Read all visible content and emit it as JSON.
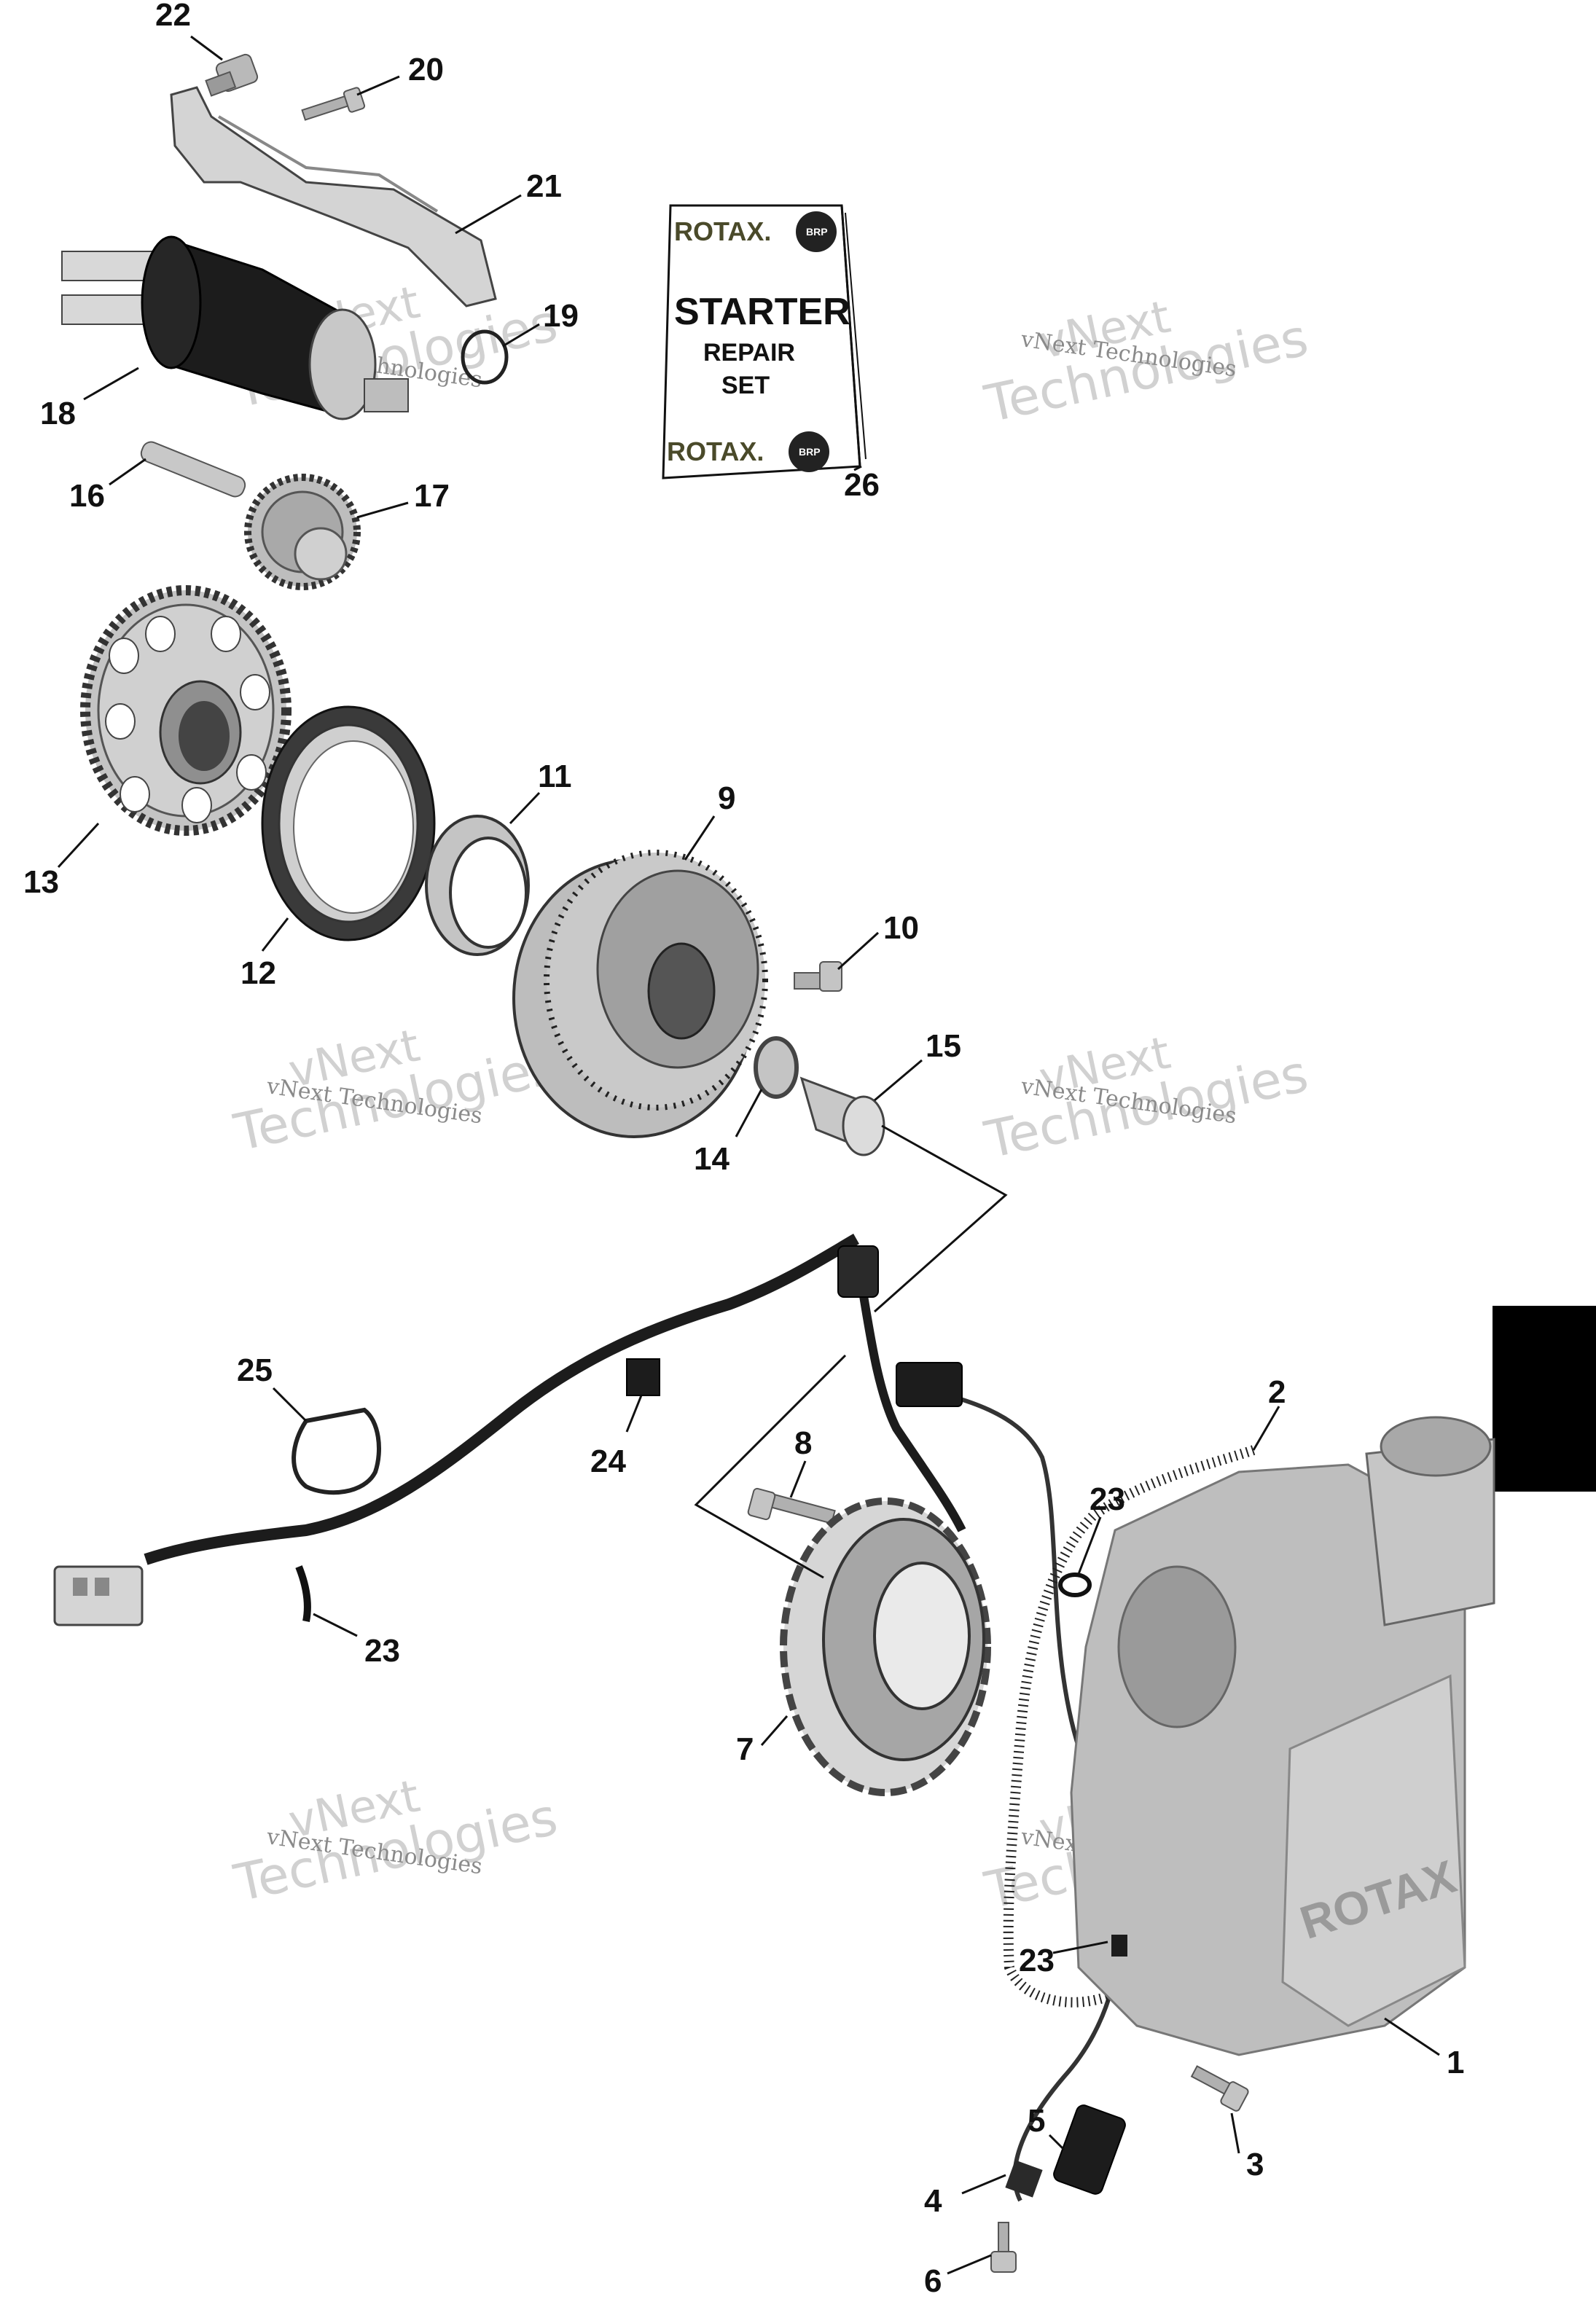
{
  "callouts": [
    {
      "id": "1",
      "text": "1"
    },
    {
      "id": "2",
      "text": "2"
    },
    {
      "id": "3",
      "text": "3"
    },
    {
      "id": "4",
      "text": "4"
    },
    {
      "id": "5",
      "text": "5"
    },
    {
      "id": "6",
      "text": "6"
    },
    {
      "id": "7",
      "text": "7"
    },
    {
      "id": "8",
      "text": "8"
    },
    {
      "id": "9",
      "text": "9"
    },
    {
      "id": "10",
      "text": "10"
    },
    {
      "id": "11",
      "text": "11"
    },
    {
      "id": "12",
      "text": "12"
    },
    {
      "id": "13",
      "text": "13"
    },
    {
      "id": "14",
      "text": "14"
    },
    {
      "id": "15",
      "text": "15"
    },
    {
      "id": "16",
      "text": "16"
    },
    {
      "id": "17",
      "text": "17"
    },
    {
      "id": "18",
      "text": "18"
    },
    {
      "id": "19",
      "text": "19"
    },
    {
      "id": "20",
      "text": "20"
    },
    {
      "id": "21",
      "text": "21"
    },
    {
      "id": "22",
      "text": "22"
    },
    {
      "id": "23a",
      "text": "23"
    },
    {
      "id": "23b",
      "text": "23"
    },
    {
      "id": "23c",
      "text": "23"
    },
    {
      "id": "24",
      "text": "24"
    },
    {
      "id": "25",
      "text": "25"
    },
    {
      "id": "26",
      "text": "26"
    }
  ],
  "repair_set": {
    "brand_top": "ROTAX.",
    "brand_bottom": "ROTAX.",
    "badge": "BRP",
    "line1": "STARTER",
    "line2": "REPAIR",
    "line3": "SET"
  },
  "cover_brand": "ROTAX",
  "watermark": {
    "line1": "vNext",
    "line2": "Technologies",
    "small": "vNext Technologies"
  },
  "colors": {
    "ink": "#111111",
    "part_gray": "#b9b9b9",
    "part_light": "#dcdcdc",
    "part_dark": "#1c1c1c",
    "tab": "#000000"
  }
}
